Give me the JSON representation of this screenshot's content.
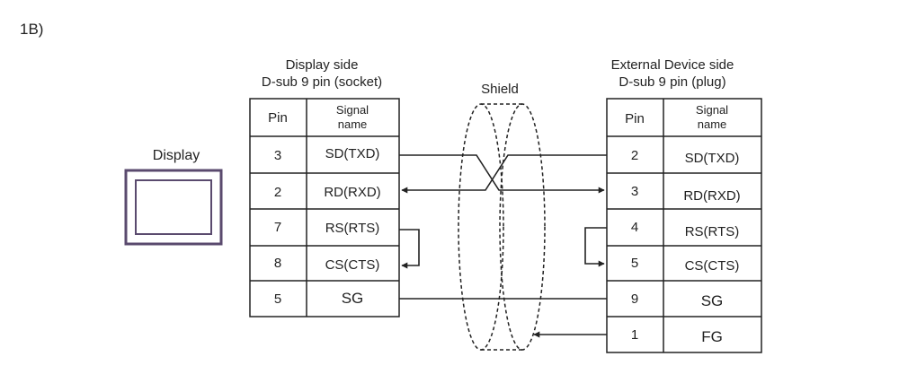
{
  "figure_label": "1B)",
  "display": {
    "label": "Display"
  },
  "left_connector": {
    "title_line1": "Display side",
    "title_line2": "D-sub 9 pin (socket)",
    "header_pin": "Pin",
    "header_signal_line1": "Signal",
    "header_signal_line2": "name",
    "rows": [
      {
        "pin": "3",
        "signal": "SD(TXD)"
      },
      {
        "pin": "2",
        "signal": "RD(RXD)"
      },
      {
        "pin": "7",
        "signal": "RS(RTS)"
      },
      {
        "pin": "8",
        "signal": "CS(CTS)"
      },
      {
        "pin": "5",
        "signal": "SG"
      }
    ]
  },
  "shield": {
    "label": "Shield"
  },
  "right_connector": {
    "title_line1": "External Device side",
    "title_line2": "D-sub 9 pin (plug)",
    "header_pin": "Pin",
    "header_signal_line1": "Signal",
    "header_signal_line2": "name",
    "rows": [
      {
        "pin": "2",
        "signal": "SD(TXD)"
      },
      {
        "pin": "3",
        "signal": "RD(RXD)"
      },
      {
        "pin": "4",
        "signal": "RS(RTS)"
      },
      {
        "pin": "5",
        "signal": "CS(CTS)"
      },
      {
        "pin": "9",
        "signal": "SG"
      },
      {
        "pin": "1",
        "signal": "FG"
      }
    ]
  },
  "colors": {
    "line": "#222222",
    "display_frame": "#5a4a6e"
  }
}
